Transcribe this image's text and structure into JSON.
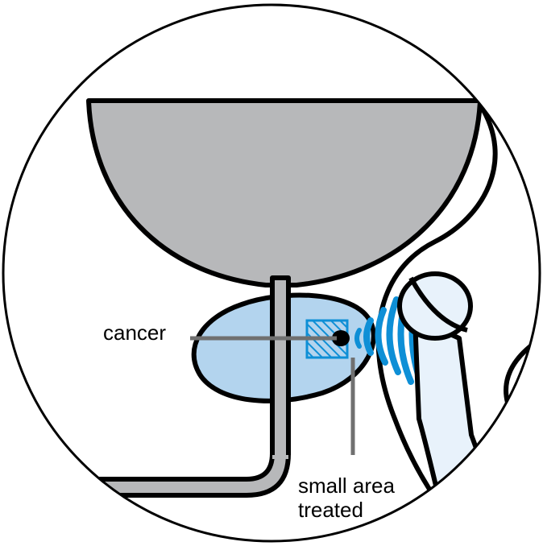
{
  "labels": {
    "cancer": "cancer",
    "treated_line1": "small area",
    "treated_line2": "treated"
  },
  "colors": {
    "background": "#ffffff",
    "outline": "#000000",
    "bladder_fill": "#b7b8ba",
    "urethra_fill": "#b7b8ba",
    "prostate_fill": "#b3d4ee",
    "probe_fill": "#e8f2fb",
    "ultrasound_waves": "#0e8fd6",
    "treatment_zone": "#0e8fd6",
    "pointer_line": "#707070"
  },
  "icons": {
    "probe": "ultrasound-probe-icon",
    "waves": "ultrasound-wave-icon"
  }
}
